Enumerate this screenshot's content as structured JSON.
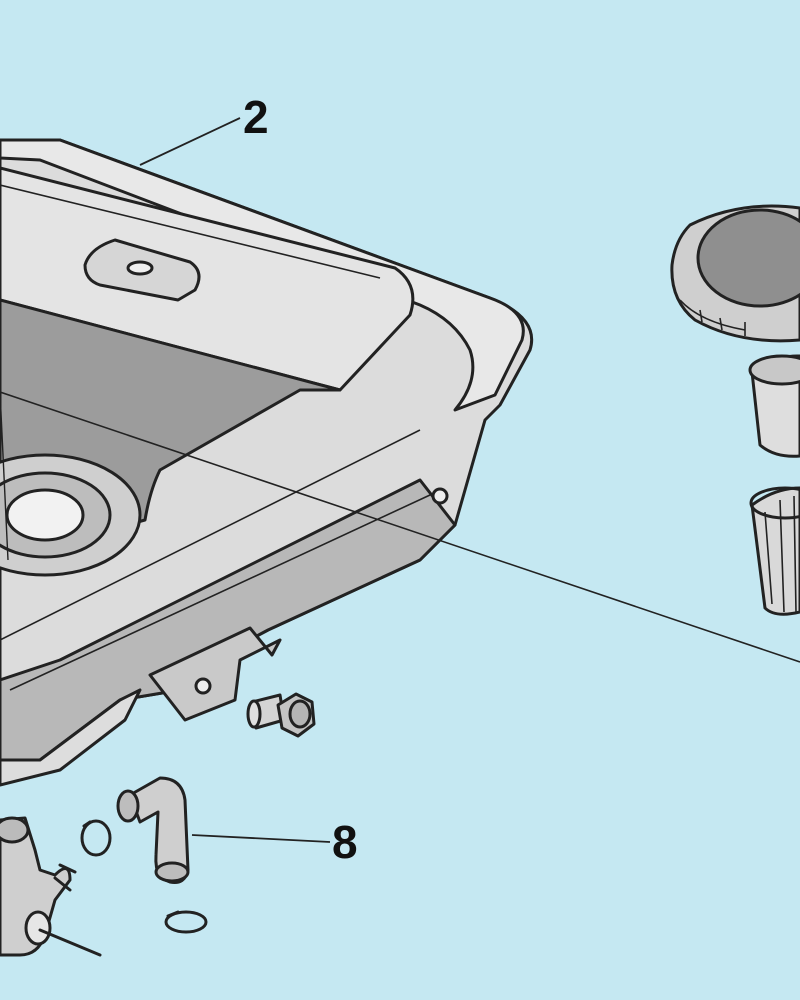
{
  "diagram": {
    "background": "#c5e8f2",
    "part_fill_light": "#e6e6e6",
    "part_fill_mid": "#d2d2d2",
    "part_fill_dark": "#9a9a9a",
    "callouts": [
      {
        "label": "2",
        "part": "fuel-tank"
      },
      {
        "label": "8",
        "part": "fuel-hose"
      }
    ]
  }
}
